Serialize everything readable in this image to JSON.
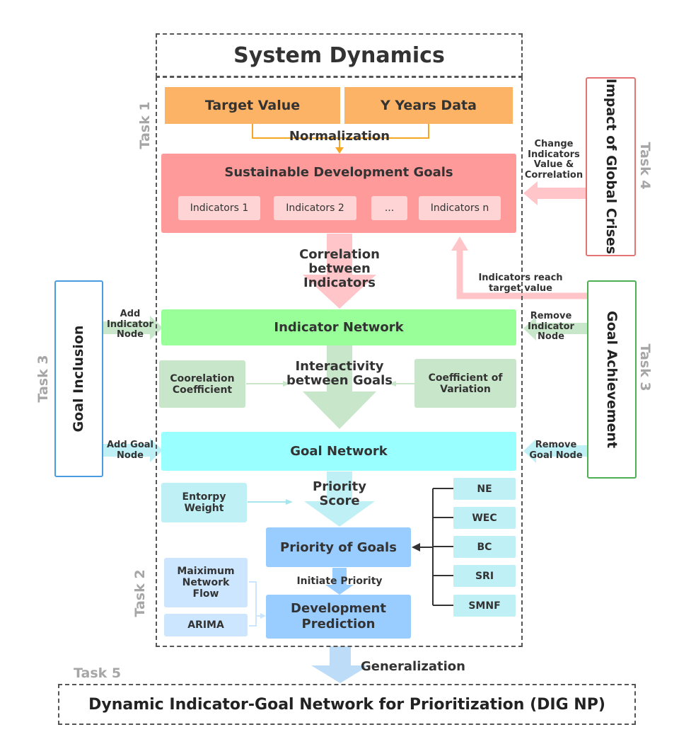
{
  "title": "System Dynamics",
  "footer": "Dynamic Indicator-Goal Network for Prioritization (DIG NP)",
  "tasks": {
    "t1": "Task 1",
    "t2": "Task 2",
    "t3_left": "Task 3",
    "t3_right": "Task 3",
    "t4": "Task 4",
    "t5": "Task 5"
  },
  "inputs": {
    "target_value": "Target Value",
    "y_years": "Y Years Data",
    "normalization": "Normalization"
  },
  "sdg": {
    "title": "Sustainable Development Goals",
    "indicators": [
      "Indicators 1",
      "Indicators 2",
      "...",
      "Indicators n"
    ]
  },
  "correlation": "Correlation between Indicators",
  "indicator_network": "Indicator Network",
  "interactivity": "Interactivity between Goals",
  "coorelation_coefficient": "Coorelation Coefficient",
  "coefficient_variation": "Coefficient of Variation",
  "goal_network": "Goal Network",
  "entropy_weight": "Entorpy Weight",
  "priority_score": "Priority Score",
  "priority_goals": "Priority of Goals",
  "metrics": [
    "NE",
    "WEC",
    "BC",
    "SRI",
    "SMNF"
  ],
  "initiate_priority": "Initiate Priority",
  "max_flow": "Maiximum Network Flow",
  "arima": "ARIMA",
  "development_prediction": "Development Prediction",
  "generalization": "Generalization",
  "goal_inclusion": {
    "title": "Goal Inclusion",
    "add_indicator": "Add Indicator Node",
    "add_goal": "Add Goal Node"
  },
  "goal_achievement": {
    "title": "Goal Achievement",
    "remove_indicator": "Remove Indicator Node",
    "remove_goal": "Remove Goal Node",
    "reach_target": "Indicators reach target value"
  },
  "global_crises": {
    "title": "Impact of Global Crises",
    "change": "Change Indicators Value & Correlation"
  },
  "colors": {
    "orange": "#fdb366",
    "red": "#ff9a9a",
    "indicator_chip": "#ffd4d4",
    "green": "#99ff99",
    "light_green": "#c8e6c9",
    "cyan": "#99ffff",
    "teal_light": "#bff0f5",
    "blue": "#99ccff",
    "light_blue": "#cce6ff"
  }
}
